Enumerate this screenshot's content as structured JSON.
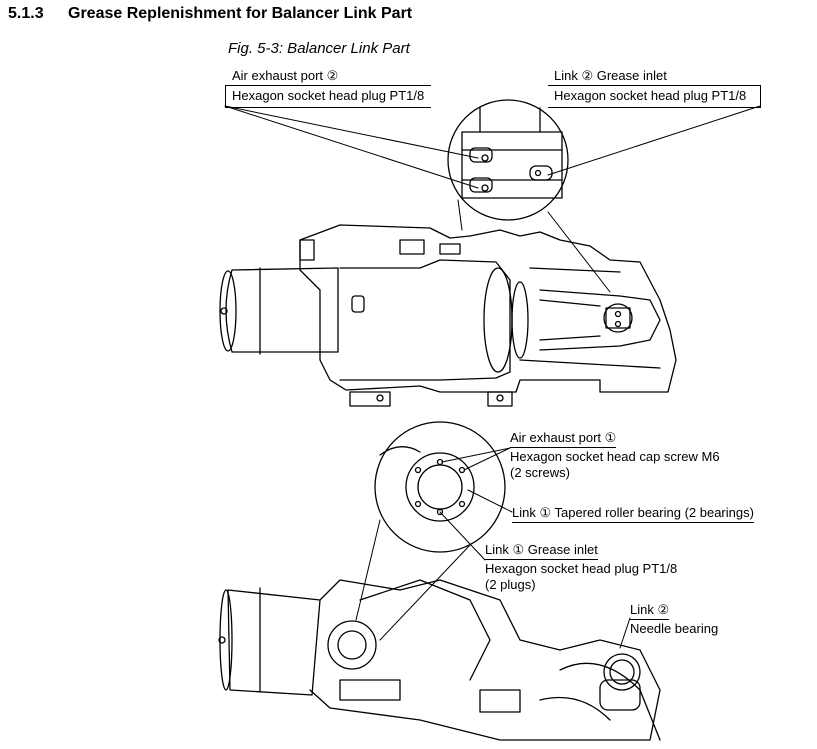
{
  "header": {
    "section_number": "5.1.3",
    "section_title": "Grease Replenishment for Balancer Link Part"
  },
  "figure": {
    "caption": "Fig. 5-3: Balancer Link Part"
  },
  "top_callouts": {
    "air_exhaust_port": {
      "title": "Air exhaust port ②",
      "spec": "Hexagon socket head plug PT1/8"
    },
    "link2_grease_inlet": {
      "title": "Link ② Grease inlet",
      "spec": "Hexagon socket head plug PT1/8"
    }
  },
  "bottom_callouts": {
    "air_exhaust_port1": {
      "title": "Air exhaust port ①",
      "spec": "Hexagon socket head cap screw M6",
      "qty": "(2 screws)"
    },
    "tapered_bearing": {
      "text": "Link ① Tapered roller bearing (2 bearings)"
    },
    "link1_grease_inlet": {
      "title": "Link ① Grease inlet",
      "spec": "Hexagon socket head plug PT1/8",
      "qty": "(2 plugs)"
    },
    "link2_needle": {
      "title": "Link ②",
      "spec": "Needle bearing"
    }
  }
}
